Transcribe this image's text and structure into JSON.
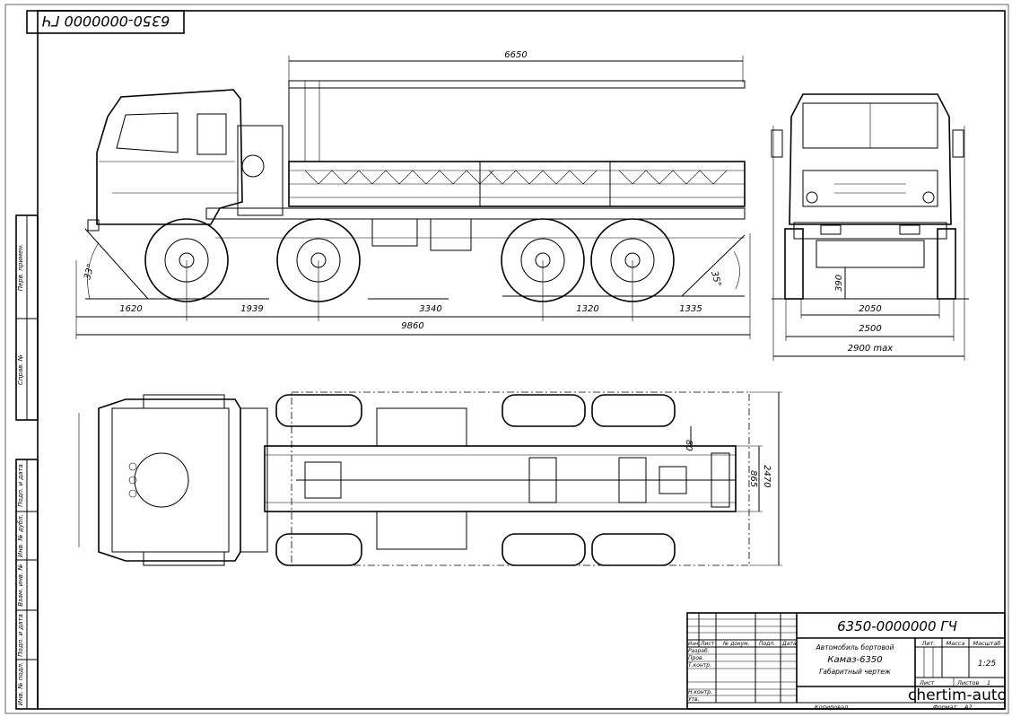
{
  "drawing": {
    "stamp_code": "6350-0000000 ГЧ",
    "side_view": {
      "overall_platform_length": "6650",
      "approach_angle": "33°",
      "departure_angle": "35°",
      "segments": [
        "1620",
        "1939",
        "3340",
        "1320",
        "1335"
      ],
      "overall_length": "9860"
    },
    "front_view": {
      "ground_clearance": "390",
      "track_width": "2050",
      "width": "2500",
      "max_width": "2900 max"
    },
    "plan_view": {
      "offset": "80",
      "frame_width": "865",
      "overall_width": "2470"
    }
  },
  "side_strip": {
    "labels": [
      "Перв. примен.",
      "Справ. №",
      "Подп. и дата",
      "Инв. № дубл.",
      "Взам. инв. №",
      "Подп. и дата",
      "Инв. № подл."
    ]
  },
  "title_block": {
    "designation": "6350-0000000 ГЧ",
    "name_lines": [
      "Автомобиль бортовой",
      "Камаз-6350",
      "Габаритный чертеж"
    ],
    "headers": {
      "izm": "Изм.",
      "list": "Лист",
      "doc_no": "№ докум.",
      "sign": "Подп.",
      "date": "Дата"
    },
    "roles": [
      "Разраб.",
      "Пров.",
      "Т.контр.",
      "Н.контр.",
      "Утв."
    ],
    "lit_label": "Лит.",
    "mass_label": "Масса",
    "scale_label": "Масштаб",
    "scale_value": "1:25",
    "sheet_label": "Лист",
    "sheets_label": "Листов",
    "sheets_value": "1",
    "organization": "chertim-auto",
    "copied_label": "Копировал",
    "format_label": "Формат",
    "format_value": "А2"
  }
}
